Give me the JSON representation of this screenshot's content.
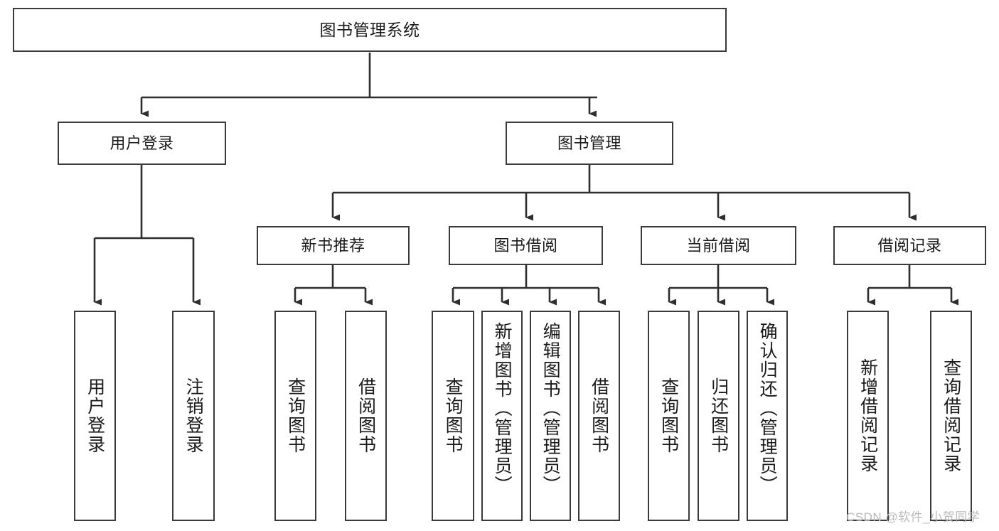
{
  "diagram": {
    "type": "tree",
    "title": "图书管理系统",
    "root": {
      "label": "图书管理系统"
    },
    "level2": [
      {
        "label": "用户登录"
      },
      {
        "label": "图书管理"
      }
    ],
    "level3": [
      {
        "label": "新书推荐"
      },
      {
        "label": "图书借阅"
      },
      {
        "label": "当前借阅"
      },
      {
        "label": "借阅记录"
      }
    ],
    "leaves_user_login": [
      {
        "label": "用户登录"
      },
      {
        "label": "注销登录"
      }
    ],
    "leaves_new_book": [
      {
        "label": "查询图书"
      },
      {
        "label": "借阅图书"
      }
    ],
    "leaves_borrow": [
      {
        "label": "查询图书"
      },
      {
        "label": "新增图书（管理员）"
      },
      {
        "label": "编辑图书（管理员）"
      },
      {
        "label": "借阅图书"
      }
    ],
    "leaves_current": [
      {
        "label": "查询图书"
      },
      {
        "label": "归还图书"
      },
      {
        "label": "确认归还（管理员）"
      }
    ],
    "leaves_records": [
      {
        "label": "新增借阅记录"
      },
      {
        "label": "查询借阅记录"
      }
    ]
  },
  "watermark": {
    "text": "CSDN @软件_小贺同学"
  },
  "colors": {
    "border": "#3b3b3b",
    "text": "#1b1b1b",
    "background": "#ffffff",
    "watermark": "#b9b9b9"
  }
}
